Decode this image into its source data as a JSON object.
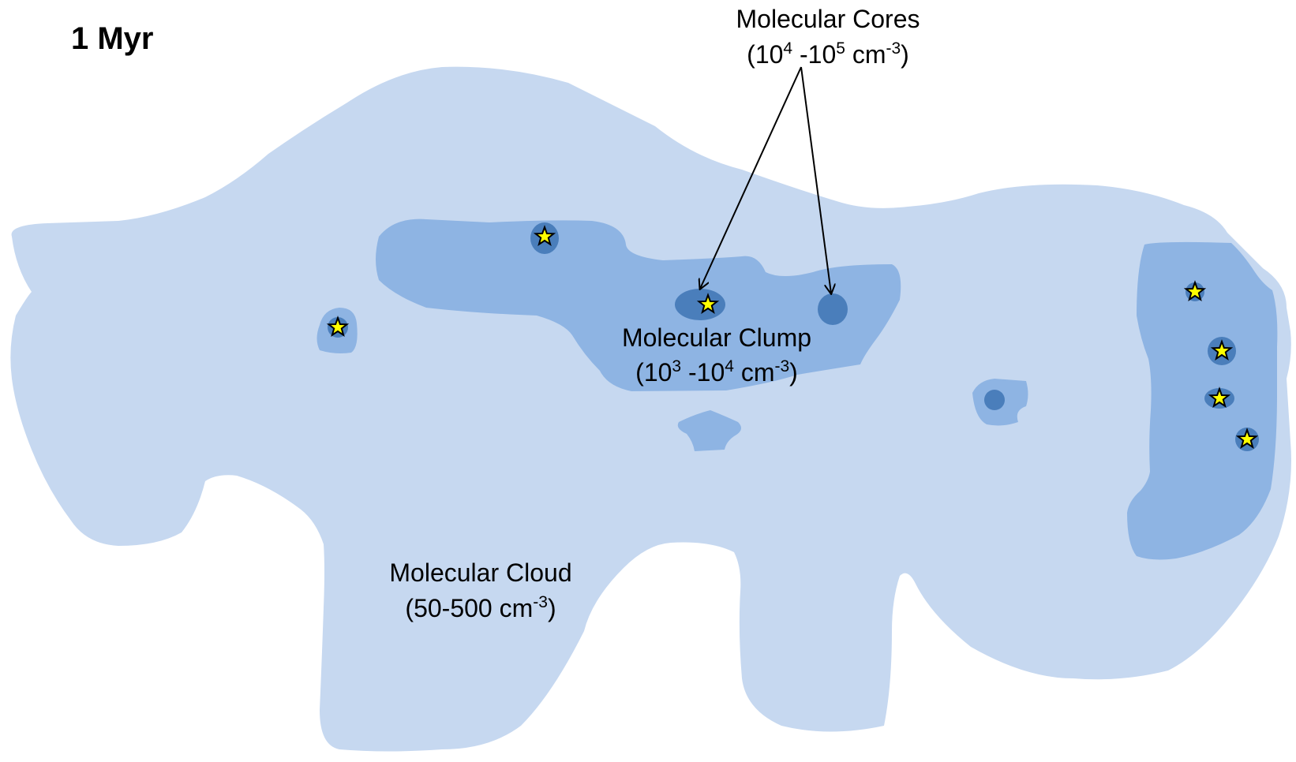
{
  "title": "1 Myr",
  "colors": {
    "cloud": "#c6d8f0",
    "clump": "#8eb4e3",
    "core": "#4a7ebb",
    "star_fill": "#ffff00",
    "star_stroke": "#000000",
    "arrow": "#000000"
  },
  "labels": {
    "cores": {
      "name": "Molecular Cores",
      "open": "(10",
      "exp1": "4",
      "mid": " -10",
      "exp2": "5",
      "unit": " cm",
      "unit_exp": "-3",
      "close": ")"
    },
    "clump": {
      "name": "Molecular Clump",
      "open": "(10",
      "exp1": "3",
      "mid": " -10",
      "exp2": "4",
      "unit": " cm",
      "unit_exp": "-3",
      "close": ")"
    },
    "cloud": {
      "name": "Molecular Cloud",
      "open": "(50-500 cm",
      "unit_exp": "-3",
      "close": ")"
    }
  }
}
